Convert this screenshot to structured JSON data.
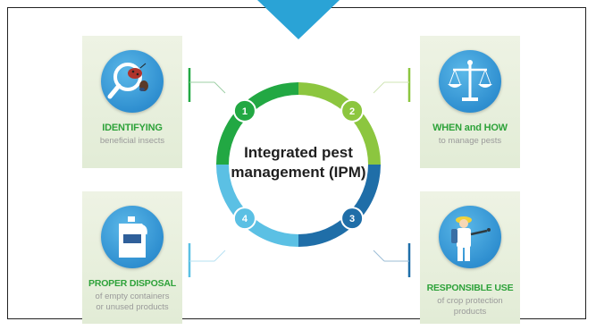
{
  "center": {
    "line1": "Integrated pest",
    "line2": "management (IPM)"
  },
  "steps": [
    {
      "number": "1",
      "title": "IDENTIFYING",
      "sub": [
        "beneficial insects"
      ],
      "color": "#22a843",
      "icon": "magnifier-insects-icon"
    },
    {
      "number": "2",
      "title": "WHEN and HOW",
      "sub": [
        "to manage pests"
      ],
      "color": "#8cc63f",
      "icon": "balance-scale-icon"
    },
    {
      "number": "3",
      "title": "RESPONSIBLE USE",
      "sub": [
        "of crop protection",
        "products"
      ],
      "color": "#1f6ea8",
      "icon": "sprayer-person-icon"
    },
    {
      "number": "4",
      "title": "PROPER DISPOSAL",
      "sub": [
        "of empty containers",
        "or unused products"
      ],
      "color": "#5bc0e4",
      "icon": "container-jug-icon"
    }
  ],
  "colors": {
    "accent_top_arrow": "#2aa3d6",
    "card_bg": "#e6eedb",
    "title_green": "#2ea23a",
    "sub_gray": "#9a9a9a"
  }
}
